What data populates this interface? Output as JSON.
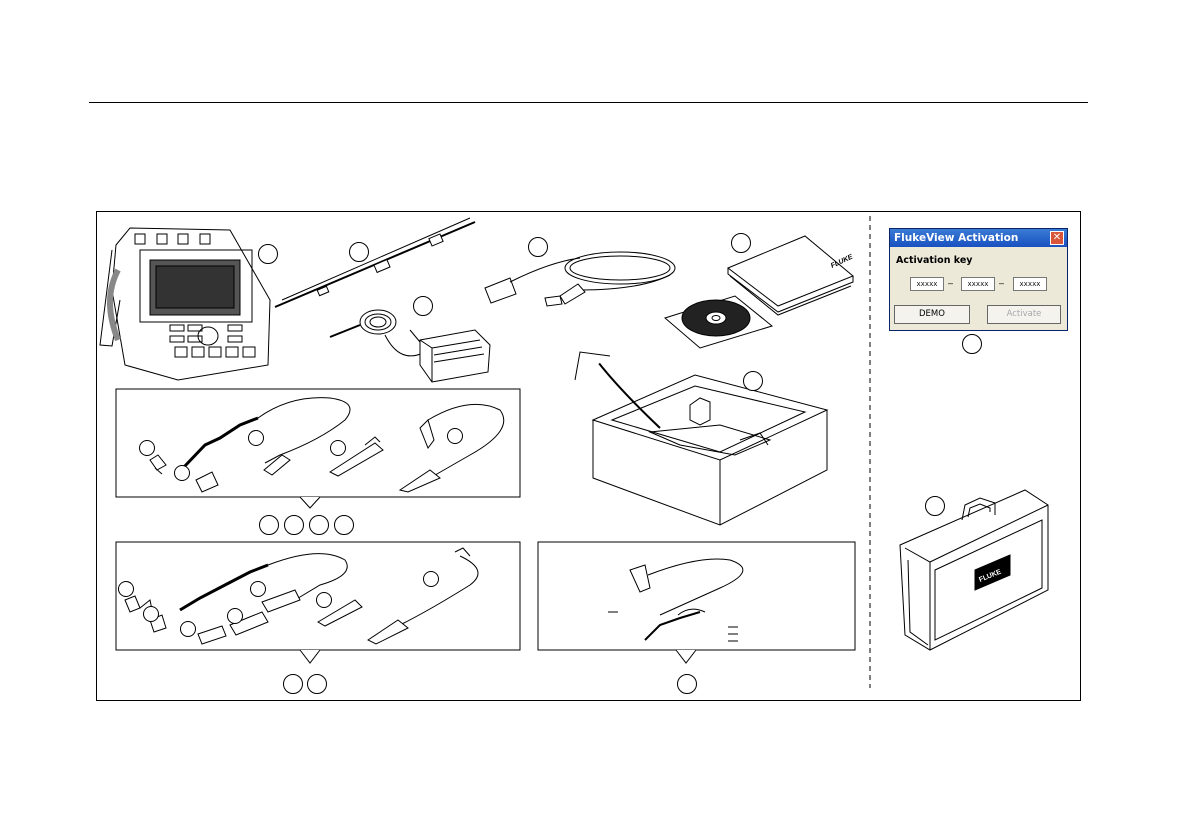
{
  "dialog": {
    "title": "FlukeView Activation",
    "close_glyph": "✕",
    "activation_label": "Activation key",
    "key_fields": [
      "xxxxx",
      "xxxxx",
      "xxxxx"
    ],
    "separator": "–",
    "demo_button": "DEMO",
    "activate_button": "Activate"
  },
  "illustrations": {
    "cd_brand": "FLUKE",
    "manual_brand": "FLUKE",
    "case_logo": "FLUKE"
  },
  "colors": {
    "line": "#000000",
    "dialog_title": "#1950c0",
    "close_button": "#d9553a"
  }
}
